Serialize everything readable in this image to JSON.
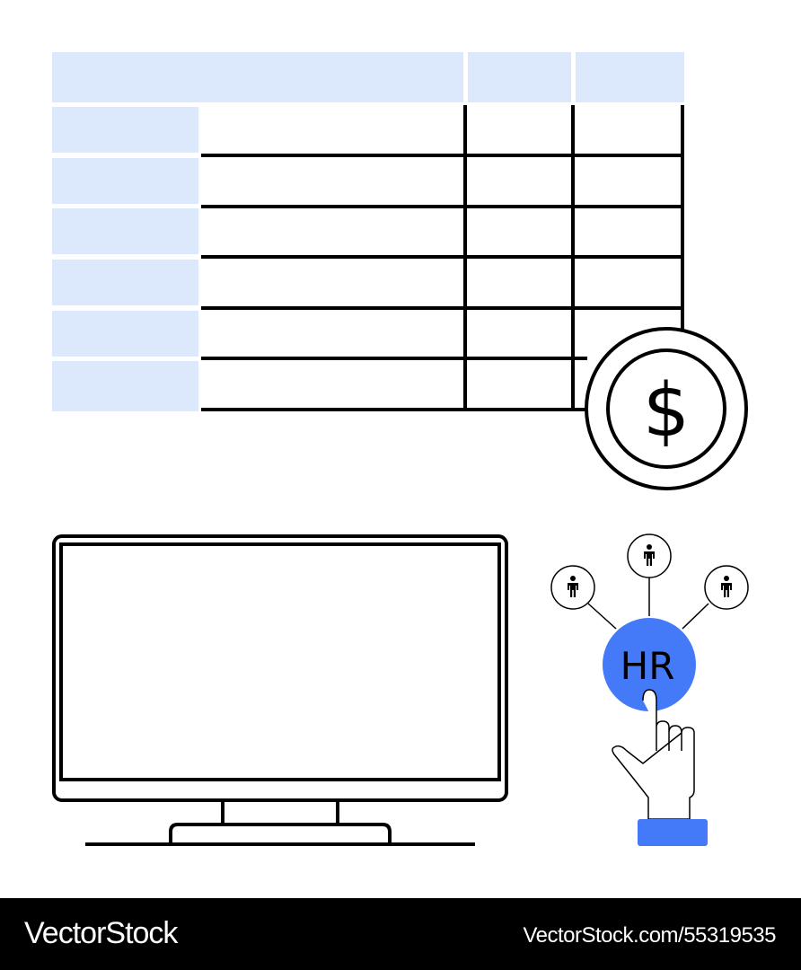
{
  "illustration": {
    "table": {
      "header_fill": "#dce8fb",
      "row_count": 6,
      "column_count": 4
    },
    "coin": {
      "symbol": "$",
      "icon": "dollar-coin-icon"
    },
    "monitor": {
      "icon": "monitor-icon"
    },
    "hr_network": {
      "label": "HR",
      "accent_color": "#4479f7",
      "nodes": [
        "person-icon",
        "person-icon",
        "person-icon"
      ],
      "pointer": "hand-pointer-icon"
    }
  },
  "footer": {
    "brand": "VectorStock",
    "url": "VectorStock.com/55319535"
  }
}
